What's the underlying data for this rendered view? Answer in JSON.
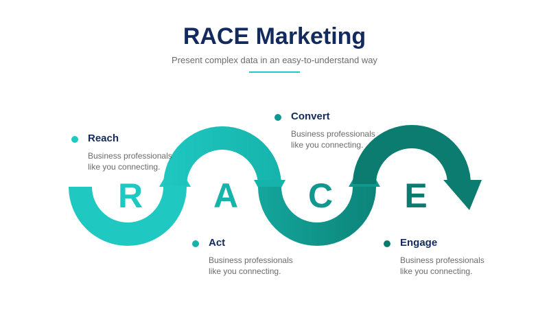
{
  "header": {
    "title": "RACE Marketing",
    "subtitle": "Present complex data in an easy-to-understand way"
  },
  "colors": {
    "title": "#132a5e",
    "light_teal": "#22c9c3",
    "mid_teal": "#13a59b",
    "dark_teal": "#0c7c71",
    "body_text": "#6b6b6b"
  },
  "letters": [
    "R",
    "A",
    "C",
    "E"
  ],
  "steps": [
    {
      "heading": "Reach",
      "desc": "Business professionals like you connecting."
    },
    {
      "heading": "Act",
      "desc": "Business professionals like you connecting."
    },
    {
      "heading": "Convert",
      "desc": "Business professionals like you connecting."
    },
    {
      "heading": "Engage",
      "desc": "Business professionals like you connecting."
    }
  ]
}
